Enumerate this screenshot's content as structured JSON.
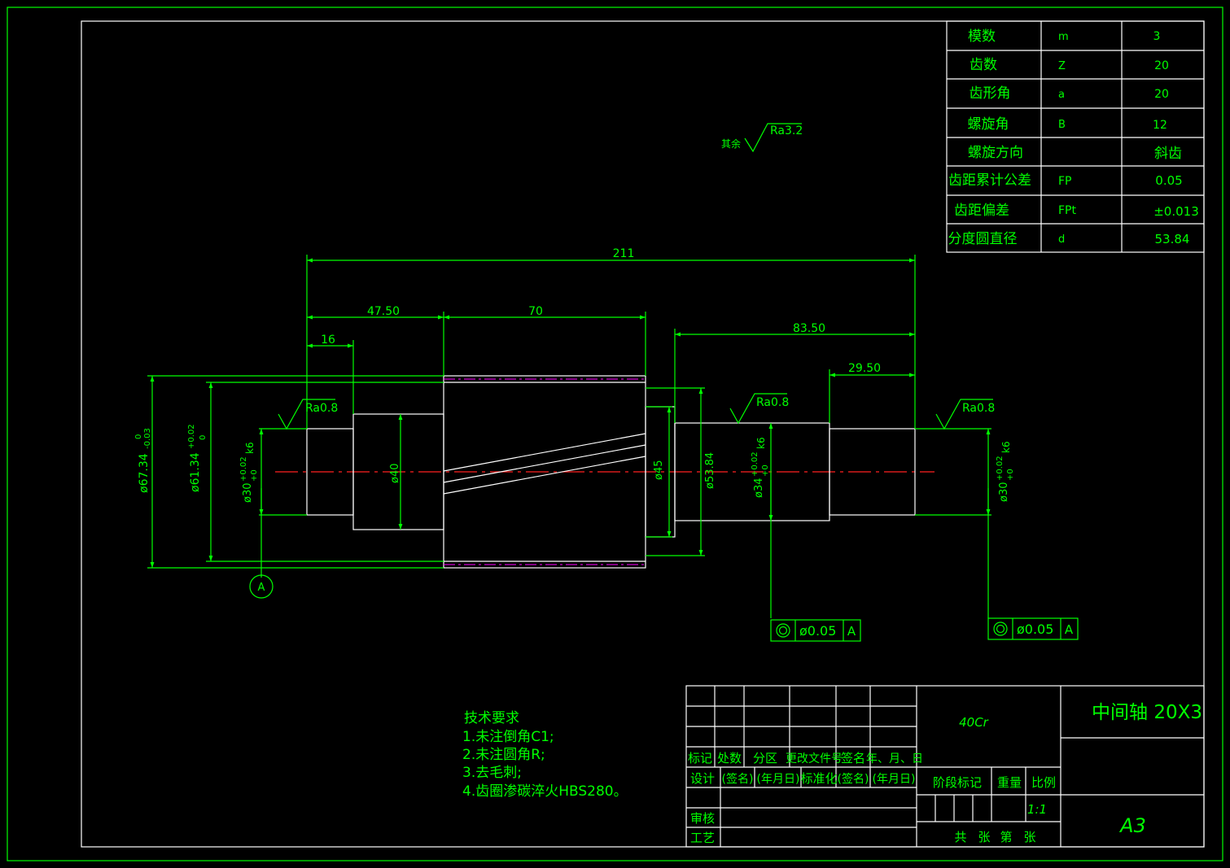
{
  "params": [
    {
      "name": "模数",
      "sym": "m",
      "val": "3"
    },
    {
      "name": "齿数",
      "sym": "Z",
      "val": "20"
    },
    {
      "name": "齿形角",
      "sym": "a",
      "val": "20"
    },
    {
      "name": "螺旋角",
      "sym": "B",
      "val": "12"
    },
    {
      "name": "螺旋方向",
      "sym": "",
      "val": "斜齿"
    },
    {
      "name": "齿距累计公差",
      "sym": "FP",
      "val": "0.05"
    },
    {
      "name": "齿距偏差",
      "sym": "FPt",
      "val": "±0.013"
    },
    {
      "name": "分度圆直径",
      "sym": "d",
      "val": "53.84"
    }
  ],
  "rough": {
    "qiyu": "其余",
    "general": "Ra3.2",
    "spec": "Ra0.8"
  },
  "dims": {
    "overall": "211",
    "d4750": "47.50",
    "d70": "70",
    "d16": "16",
    "d8350": "83.50",
    "d2950": "29.50",
    "phi6734": "ø67.34",
    "phi6734_up": "0",
    "phi6734_lo": "-0.03",
    "phi6134": "ø61.34",
    "phi6134_up": "+0.02",
    "phi6134_lo": "0",
    "phi30": "ø30",
    "tol_up": "+0.02",
    "tol_lo": "+0",
    "fit": "k6",
    "phi40": "ø40",
    "phi45": "ø45",
    "phi5384": "ø53.84",
    "phi34": "ø34"
  },
  "datum": "A",
  "gtol": {
    "sym": "◎",
    "val": "ø0.05",
    "ref": "A"
  },
  "tech": {
    "title": "技术要求",
    "items": [
      "1.未注倒角C1;",
      "2.未注圆角R;",
      "3.去毛刺;",
      "4.齿圈渗碳淬火HBS280。"
    ]
  },
  "titleblock": {
    "material": "40Cr",
    "name": "中间轴 20X3",
    "sheet": "A3",
    "scale": "1:1",
    "h_biaoji": "标记",
    "h_chushu": "处数",
    "h_fenqu": "分区",
    "h_wenjian": "更改文件号",
    "h_qianming": "签名",
    "h_nianyueri": "年、月、日",
    "sheji": "设计",
    "qianming2": "(签名)",
    "nianyueri2": "(年月日)",
    "biaozhunhua": "标准化",
    "qianming3": "(签名)",
    "nianyueri3": "(年月日)",
    "jieduan": "阶段标记",
    "zhongliang": "重量",
    "bili": "比例",
    "shenhe": "审核",
    "gongyi": "工艺",
    "gong": "共",
    "zhang1": "张",
    "di": "第",
    "zhang2": "张"
  }
}
